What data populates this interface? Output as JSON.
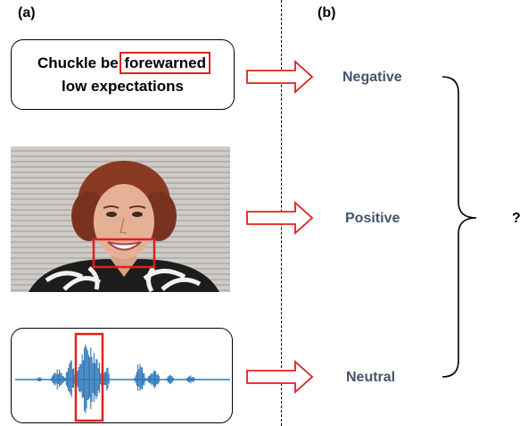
{
  "panels": {
    "a_label": "(a)",
    "b_label": "(b)"
  },
  "text_modality": {
    "line1_pre": "Chuckle be ",
    "line1_highlight": "forewarned",
    "line2": "low expectations"
  },
  "outputs": {
    "text_sentiment": "Negative",
    "visual_sentiment": "Positive",
    "audio_sentiment": "Neutral",
    "fused_result": "?"
  },
  "colors": {
    "highlight": "#e0201c",
    "sentiment_text": "#44546a",
    "waveform": "#2e78b8",
    "photo_background": "#c8c6c2"
  }
}
